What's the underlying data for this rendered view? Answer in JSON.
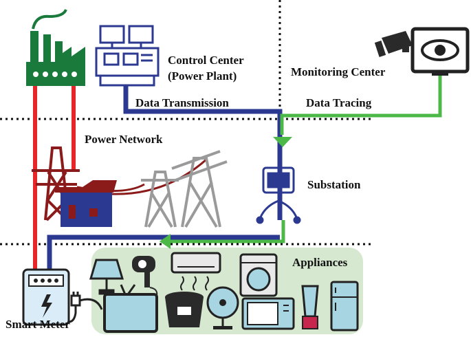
{
  "labels": {
    "control_center_line1": "Control Center",
    "control_center_line2": "(Power Plant)",
    "monitoring_center": "Monitoring Center",
    "data_transmission": "Data Transmission",
    "data_tracing": "Data Tracing",
    "power_network": "Power Network",
    "substation": "Substation",
    "appliances": "Appliances",
    "smart_meter": "Smart Meter"
  },
  "colors": {
    "data_line": "#2b3990",
    "tracing_line": "#4cb848",
    "power_line": "#e8262a",
    "plant_green": "#1a7a3c",
    "appliance_bg": "#d6e8d0",
    "tower_grey": "#9a9a9a",
    "tower_red": "#8b1a1a",
    "house_blue": "#2b3990"
  },
  "icons": [
    "factory-icon",
    "control-center-icon",
    "cctv-camera-icon",
    "monitor-eye-icon",
    "red-transmission-tower-icon",
    "house-icon",
    "grey-transmission-tower-icon",
    "substation-icon",
    "smart-meter-icon",
    "plug-icon",
    "lamp-icon",
    "hair-dryer-icon",
    "air-conditioner-icon",
    "washing-machine-icon",
    "tv-icon",
    "rice-cooker-icon",
    "fan-icon",
    "microwave-icon",
    "blender-icon",
    "refrigerator-icon"
  ]
}
